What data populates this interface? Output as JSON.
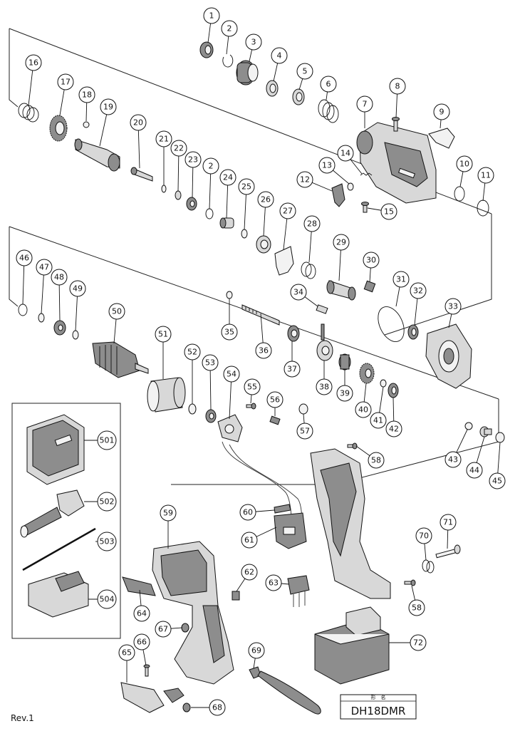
{
  "footer": {
    "revision": "Rev.1"
  },
  "title_block": {
    "caption": "形　名",
    "model": "DH18DMR"
  },
  "callouts": [
    {
      "id": "c1",
      "label": "1"
    },
    {
      "id": "c2a",
      "label": "2"
    },
    {
      "id": "c3",
      "label": "3"
    },
    {
      "id": "c4",
      "label": "4"
    },
    {
      "id": "c5",
      "label": "5"
    },
    {
      "id": "c6",
      "label": "6"
    },
    {
      "id": "c7",
      "label": "7"
    },
    {
      "id": "c8",
      "label": "8"
    },
    {
      "id": "c9",
      "label": "9"
    },
    {
      "id": "c10",
      "label": "10"
    },
    {
      "id": "c11",
      "label": "11"
    },
    {
      "id": "c12",
      "label": "12"
    },
    {
      "id": "c13",
      "label": "13"
    },
    {
      "id": "c14",
      "label": "14"
    },
    {
      "id": "c15",
      "label": "15"
    },
    {
      "id": "c16",
      "label": "16"
    },
    {
      "id": "c17",
      "label": "17"
    },
    {
      "id": "c18",
      "label": "18"
    },
    {
      "id": "c19",
      "label": "19"
    },
    {
      "id": "c20",
      "label": "20"
    },
    {
      "id": "c21",
      "label": "21"
    },
    {
      "id": "c22",
      "label": "22"
    },
    {
      "id": "c23",
      "label": "23"
    },
    {
      "id": "c2b",
      "label": "2"
    },
    {
      "id": "c24",
      "label": "24"
    },
    {
      "id": "c25",
      "label": "25"
    },
    {
      "id": "c26",
      "label": "26"
    },
    {
      "id": "c27",
      "label": "27"
    },
    {
      "id": "c28",
      "label": "28"
    },
    {
      "id": "c29",
      "label": "29"
    },
    {
      "id": "c30",
      "label": "30"
    },
    {
      "id": "c31",
      "label": "31"
    },
    {
      "id": "c32",
      "label": "32"
    },
    {
      "id": "c33",
      "label": "33"
    },
    {
      "id": "c34",
      "label": "34"
    },
    {
      "id": "c35",
      "label": "35"
    },
    {
      "id": "c36",
      "label": "36"
    },
    {
      "id": "c37",
      "label": "37"
    },
    {
      "id": "c38",
      "label": "38"
    },
    {
      "id": "c39",
      "label": "39"
    },
    {
      "id": "c40",
      "label": "40"
    },
    {
      "id": "c41",
      "label": "41"
    },
    {
      "id": "c42",
      "label": "42"
    },
    {
      "id": "c43",
      "label": "43"
    },
    {
      "id": "c44",
      "label": "44"
    },
    {
      "id": "c45",
      "label": "45"
    },
    {
      "id": "c46",
      "label": "46"
    },
    {
      "id": "c47",
      "label": "47"
    },
    {
      "id": "c48",
      "label": "48"
    },
    {
      "id": "c49",
      "label": "49"
    },
    {
      "id": "c50",
      "label": "50"
    },
    {
      "id": "c51",
      "label": "51"
    },
    {
      "id": "c52",
      "label": "52"
    },
    {
      "id": "c53",
      "label": "53"
    },
    {
      "id": "c54",
      "label": "54"
    },
    {
      "id": "c55",
      "label": "55"
    },
    {
      "id": "c56",
      "label": "56"
    },
    {
      "id": "c57",
      "label": "57"
    },
    {
      "id": "c58a",
      "label": "58"
    },
    {
      "id": "c59",
      "label": "59"
    },
    {
      "id": "c60",
      "label": "60"
    },
    {
      "id": "c61",
      "label": "61"
    },
    {
      "id": "c62",
      "label": "62"
    },
    {
      "id": "c63",
      "label": "63"
    },
    {
      "id": "c64",
      "label": "64"
    },
    {
      "id": "c65",
      "label": "65"
    },
    {
      "id": "c66",
      "label": "66"
    },
    {
      "id": "c67",
      "label": "67"
    },
    {
      "id": "c68",
      "label": "68"
    },
    {
      "id": "c69",
      "label": "69"
    },
    {
      "id": "c70",
      "label": "70"
    },
    {
      "id": "c71",
      "label": "71"
    },
    {
      "id": "c58b",
      "label": "58"
    },
    {
      "id": "c72",
      "label": "72"
    },
    {
      "id": "c501",
      "label": "501"
    },
    {
      "id": "c502",
      "label": "502"
    },
    {
      "id": "c503",
      "label": "503"
    },
    {
      "id": "c504",
      "label": "504"
    }
  ]
}
